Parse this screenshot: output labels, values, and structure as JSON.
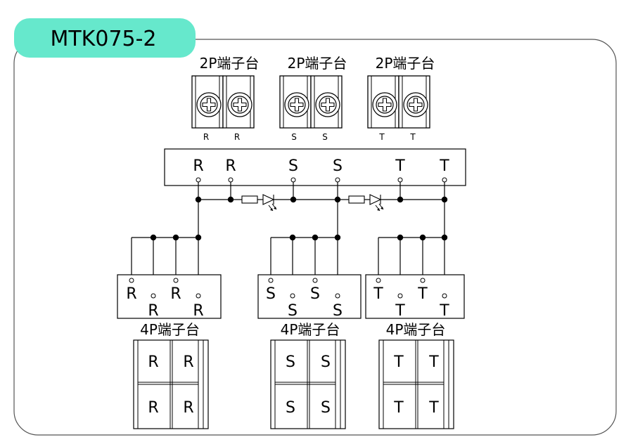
{
  "title": "MTK075-2",
  "colors": {
    "badge": "#66e8cc",
    "line": "#000000",
    "frame": "#555555"
  },
  "blocks_2p": [
    {
      "label": "2P端子台",
      "terminals": [
        "R",
        "R"
      ]
    },
    {
      "label": "2P端子台",
      "terminals": [
        "S",
        "S"
      ]
    },
    {
      "label": "2P端子台",
      "terminals": [
        "T",
        "T"
      ]
    }
  ],
  "middle_board": {
    "terminals": [
      "R",
      "R",
      "S",
      "S",
      "T",
      "T"
    ]
  },
  "wiring": {
    "resistor_count": 2,
    "led_count": 2
  },
  "blocks_4p": [
    {
      "label": "4P端子台",
      "pcb_top": [
        "R",
        "R"
      ],
      "pcb_bottom": [
        "R",
        "R"
      ],
      "terminals": [
        "R",
        "R",
        "R",
        "R"
      ]
    },
    {
      "label": "4P端子台",
      "pcb_top": [
        "S",
        "S"
      ],
      "pcb_bottom": [
        "S",
        "S"
      ],
      "terminals": [
        "S",
        "S",
        "S",
        "S"
      ]
    },
    {
      "label": "4P端子台",
      "pcb_top": [
        "T",
        "T"
      ],
      "pcb_bottom": [
        "T",
        "T"
      ],
      "terminals": [
        "T",
        "T",
        "T",
        "T"
      ]
    }
  ]
}
